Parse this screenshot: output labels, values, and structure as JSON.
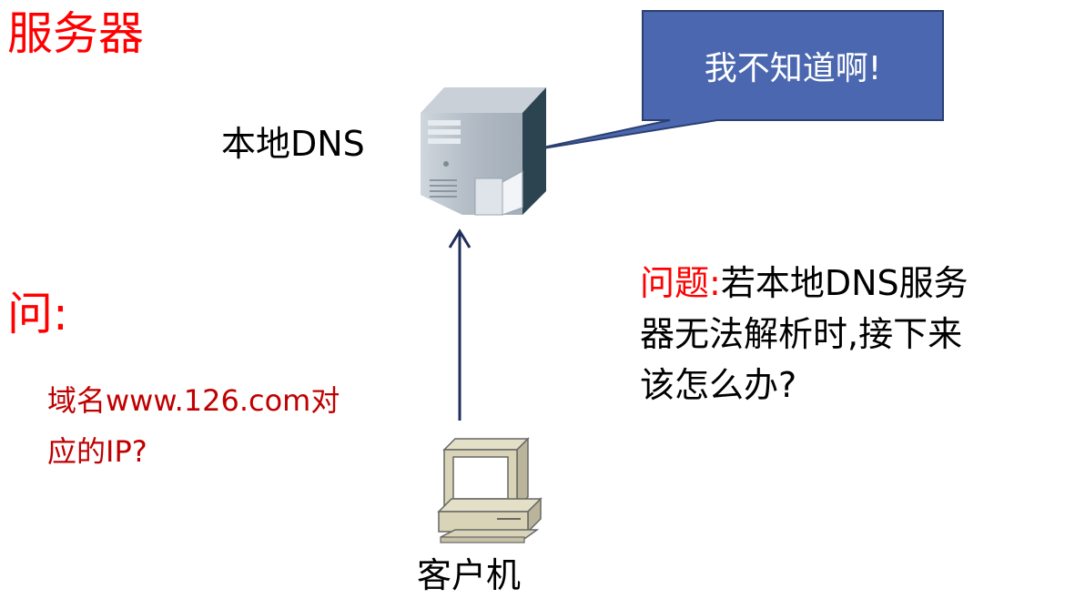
{
  "title": "服务器",
  "server": {
    "label": "本地DNS",
    "icon": "server-tower-icon"
  },
  "callout": {
    "text": "我不知道啊!",
    "fill": "#4a67b0",
    "stroke": "#2b3f70"
  },
  "question": {
    "heading": "问:",
    "lines": [
      "域名www.126.com对",
      "应的IP?"
    ]
  },
  "problem": {
    "heading": "问题:",
    "lines": [
      "若本地DNS服务",
      "器无法解析时,接下来",
      "该怎么办?"
    ]
  },
  "client": {
    "label": "客户机",
    "icon": "desktop-computer-icon"
  },
  "arrow": {
    "color": "#1f2f5c",
    "direction": "client-to-server"
  },
  "colors": {
    "accent_red": "#ff0000",
    "dark_red": "#c00000"
  }
}
